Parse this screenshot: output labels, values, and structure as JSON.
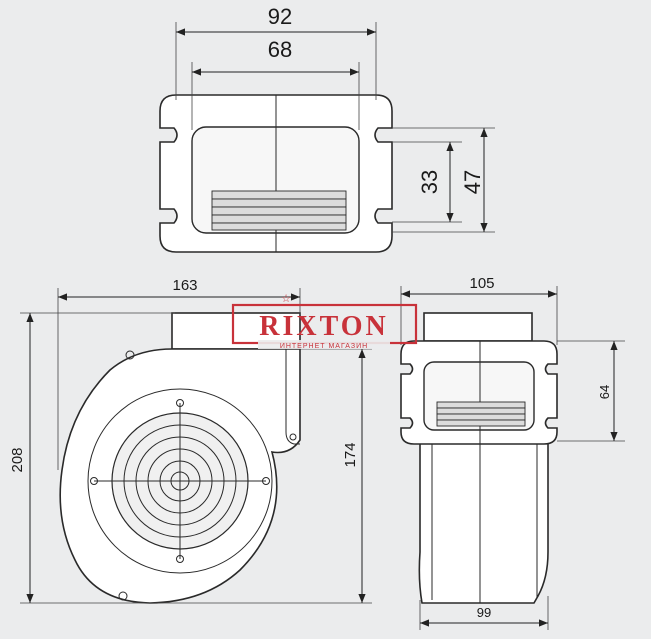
{
  "dimensions": {
    "top_width_outer": "92",
    "top_width_inner": "68",
    "top_height_outer": "47",
    "top_height_inner": "33",
    "front_width": "163",
    "front_height_total": "208",
    "front_height_body": "174",
    "side_width_top": "105",
    "side_width_bottom": "99",
    "side_height_flange": "64"
  },
  "watermark": {
    "brand": "RIXTON",
    "subtitle": "ИНТЕРНЕТ МАГАЗИН"
  },
  "colors": {
    "background": "#ebeced",
    "line": "#2a2a2a",
    "brand": "#c8323a"
  }
}
